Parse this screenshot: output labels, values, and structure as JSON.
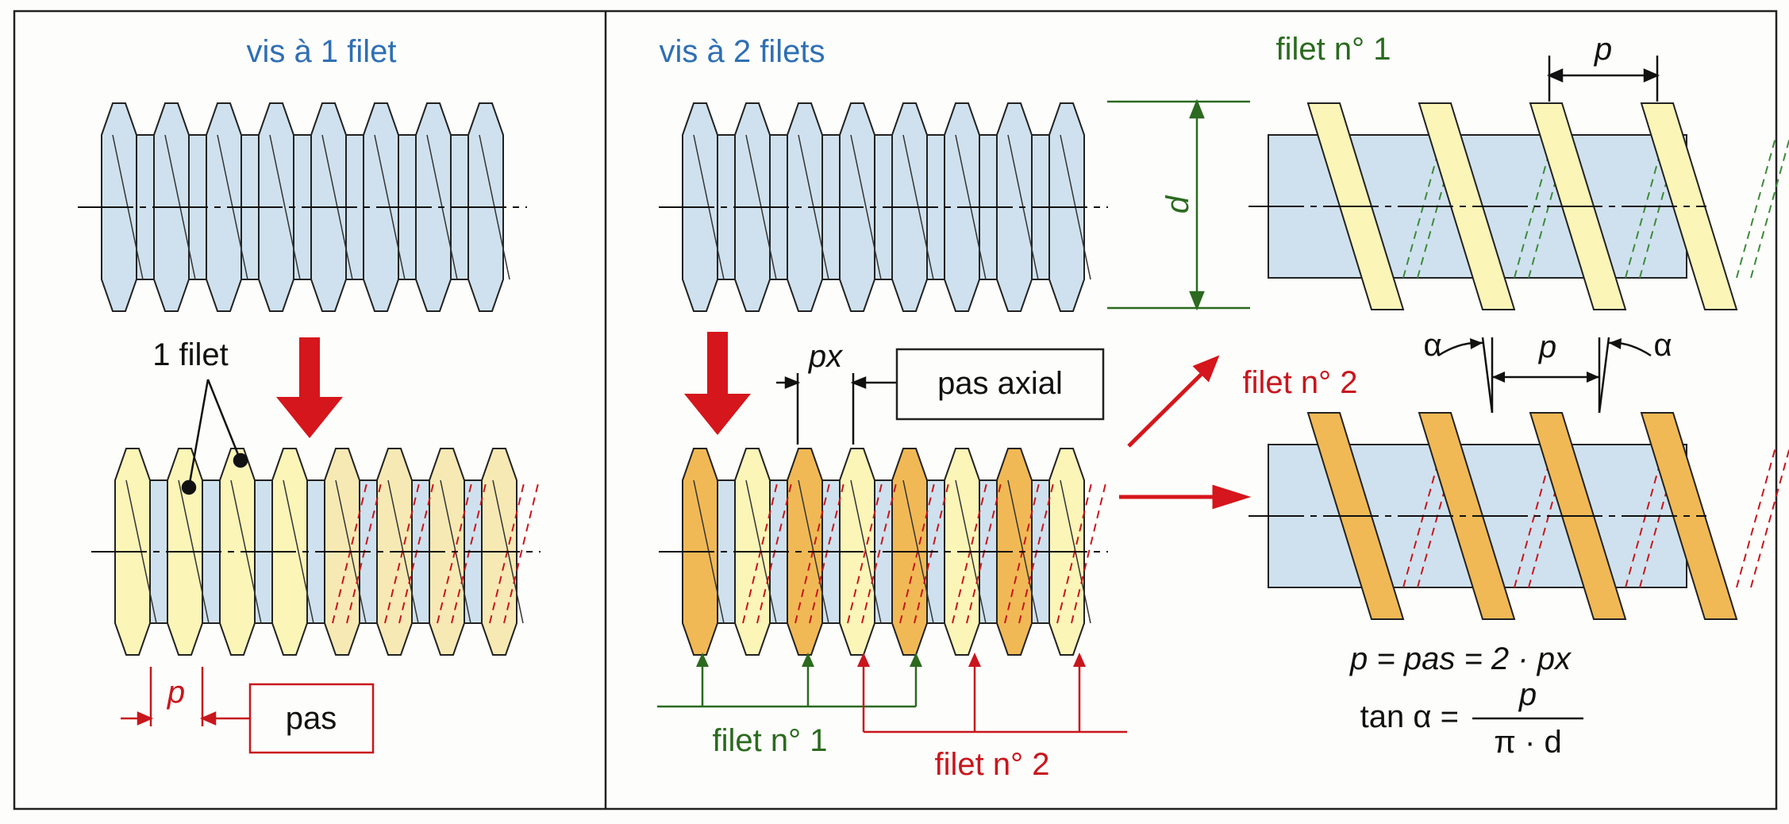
{
  "left_panel": {
    "title": "vis à 1 filet",
    "label_1_filet": "1 filet",
    "pitch_symbol": "p",
    "pas_label": "pas"
  },
  "right_panel": {
    "title": "vis à 2 filets",
    "px_symbol": "px",
    "pas_axial_label": "pas axial",
    "filet1_title": "filet n° 1",
    "filet2_title": "filet n° 2",
    "pitch_symbol": "p",
    "diameter_symbol": "d",
    "alpha_left": "α",
    "alpha_right": "α",
    "filet1_bottom_label": "filet n° 1",
    "filet2_bottom_label": "filet n° 2",
    "formula_1": "p = pas = 2 · px",
    "formula_2_prefix": "tan α =",
    "formula_2_numerator": "p",
    "formula_2_denominator": "π · d"
  },
  "colors": {
    "screw_blue": "#cfe1ee",
    "thread_yellow": "#fbf5b8",
    "thread_orange": "#f1b955",
    "red": "#c8161d",
    "green": "#2b6a1f",
    "title_blue": "#2f6fb3"
  }
}
